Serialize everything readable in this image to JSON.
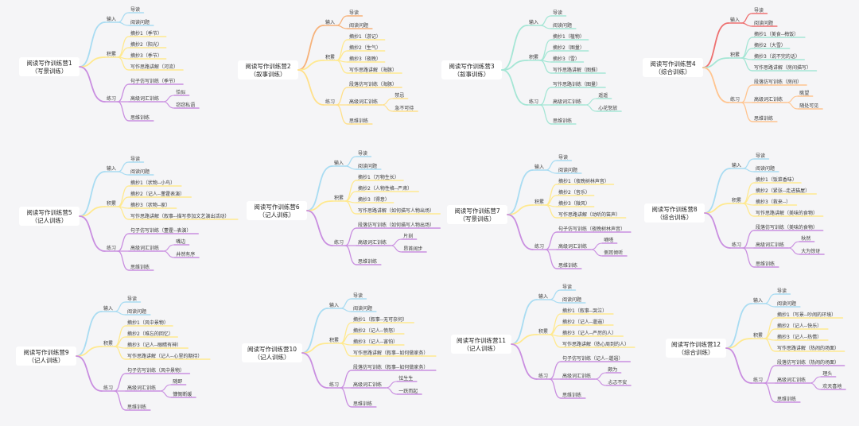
{
  "colors": {
    "input": "#a9dcf2",
    "accumulate": "#fff0a8",
    "practice": "#c98ee0",
    "input_alt": "#f4b37a",
    "accumulate_alt": "#a5e6d5",
    "practice_alt": "#ffd9a0",
    "root_input4": "#f07b7b",
    "root_accum4": "#a5e6d5",
    "root_practice4": "#ffcc9a",
    "node2_in": "#f8c89a",
    "node2_acc": "#ffee99",
    "node2_pr": "#ffe4a0",
    "node3_in": "#a5e6d5",
    "node3_acc": "#a5e6d5",
    "node3_pr": "#a5e6d5"
  },
  "camps": [
    {
      "title": "阅读写作训练营1",
      "subtitle": "（写景训练）",
      "input": "输入",
      "accumulate": "积累",
      "practice": "练习",
      "input_items": [
        "导读",
        "阅读问题"
      ],
      "accumulate_items": [
        "摘抄1（季节）",
        "摘抄2（阳光）",
        "摘抄3（季节）",
        "写作思路讲解（河流）"
      ],
      "practice_items": [
        "句子仿写训练（季节）",
        "高级词汇训练",
        "思维训练"
      ],
      "vocab_items": [
        "恰似",
        "窃窃私语"
      ]
    },
    {
      "title": "阅读写作训练营2",
      "subtitle": "（叙事训练）",
      "input": "输入",
      "accumulate": "积累",
      "practice": "练习",
      "input_items": [
        "导读",
        "阅读问题"
      ],
      "accumulate_items": [
        "摘抄1（游记）",
        "摘抄2（生气）",
        "摘抄3（夜晚）",
        "写作思路讲解（海豚）"
      ],
      "practice_items": [
        "段落仿写训练（海豚）",
        "高级词汇训练",
        "思维训练"
      ],
      "vocab_items": [
        "禁忌",
        "急不可待"
      ]
    },
    {
      "title": "阅读写作训练营3",
      "subtitle": "（叙事训练）",
      "input": "输入",
      "accumulate": "积累",
      "practice": "练习",
      "input_items": [
        "导读",
        "阅读问题"
      ],
      "accumulate_items": [
        "摘抄1（植物）",
        "摘抄2（图量）",
        "摘抄3（雪）",
        "写作思路讲解（图推）"
      ],
      "practice_items": [
        "写作思路训练（图量）",
        "高级词汇训练",
        "思维训练"
      ],
      "vocab_items": [
        "遥遥",
        "心花怒放"
      ]
    },
    {
      "title": "阅读写作训练营4",
      "subtitle": "（综合训练）",
      "input": "输入",
      "accumulate": "积累",
      "practice": "练习",
      "input_items": [
        "导读",
        "阅读问题"
      ],
      "accumulate_items": [
        "摘抄1（美食--梅饭）",
        "摘抄2（大雪）",
        "摘抄3（说不完的话）",
        "写作思路讲解（房间描写）"
      ],
      "practice_items": [
        "段落仿写训练（房间）",
        "高级词汇训练",
        "思维训练"
      ],
      "vocab_items": [
        "眺望",
        "随处可见"
      ]
    },
    {
      "title": "阅读写作训练营5",
      "subtitle": "（记人训练）",
      "input": "输入",
      "accumulate": "积累",
      "practice": "练习",
      "input_items": [
        "导读",
        "阅读问题"
      ],
      "accumulate_items": [
        "摘抄1（状物--小鸟）",
        "摘抄2（记人--董霍表演）",
        "摘抄3（状物--家）",
        "写作思路讲解（叙事--描写参加文艺演出活动）"
      ],
      "practice_items": [
        "句子仿写训练（董霍--表演）",
        "高级词汇训练",
        "思维训练"
      ],
      "vocab_items": [
        "嘴边",
        "井然有序"
      ]
    },
    {
      "title": "阅读写作训练营6",
      "subtitle": "（记人训练）",
      "input": "输入",
      "accumulate": "积累",
      "practice": "练习",
      "input_items": [
        "导读",
        "阅读问题"
      ],
      "accumulate_items": [
        "摘抄1（万物生长）",
        "摘抄2（人物性格--严肃）",
        "摘抄3（得意）",
        "写作思路讲解（如何描写人物出场）"
      ],
      "practice_items": [
        "段落仿写训练（如何描写人物出场）",
        "高级词汇训练",
        "思维训练"
      ],
      "vocab_items": [
        "片刻",
        "昂首阔步"
      ]
    },
    {
      "title": "阅读写作训练营7",
      "subtitle": "（写景训练）",
      "input": "输入",
      "accumulate": "积累",
      "practice": "练习",
      "input_items": [
        "导读",
        "阅读问题"
      ],
      "accumulate_items": [
        "摘抄1（夜晚树林声音）",
        "摘抄2（音乐）",
        "摘抄3（微风）",
        "写作思路讲解（动听的笛声）"
      ],
      "practice_items": [
        "句子仿写训练（夜晚树林声音）",
        "高级词汇训练",
        "思维训练"
      ],
      "vocab_items": [
        "嘀嗒",
        "侧耳倾听"
      ]
    },
    {
      "title": "阅读写作训练营8",
      "subtitle": "（综合训练）",
      "input": "输入",
      "accumulate": "积累",
      "practice": "练习",
      "input_items": [
        "导读",
        "阅读问题"
      ],
      "accumulate_items": [
        "摘抄1（饭菜香味）",
        "摘抄2（紧张--走进猫屋）",
        "摘抄3（救来--）",
        "写作思路讲解（美味的食物）"
      ],
      "practice_items": [
        "段落仿写训练（美味的食物）",
        "高级词汇训练",
        "思维训练"
      ],
      "vocab_items": [
        "秋然",
        "大为惊讶"
      ]
    },
    {
      "title": "阅读写作训练营9",
      "subtitle": "（记人训练）",
      "input": "输入",
      "accumulate": "积累",
      "practice": "练习",
      "input_items": [
        "导读",
        "阅读问题"
      ],
      "accumulate_items": [
        "摘抄1（风中景物）",
        "摘抄2（难忘的回忆）",
        "摘抄3（记人--眼睛有神）",
        "写作思路讲解（记人--心里的期待）"
      ],
      "practice_items": [
        "句子仿写训练（风中景物）",
        "高级词汇训练",
        "思维训练"
      ],
      "vocab_items": [
        "随即",
        "慷慨断缓"
      ]
    },
    {
      "title": "阅读写作训练营10",
      "subtitle": "（记人训练）",
      "input": "输入",
      "accumulate": "积累",
      "practice": "练习",
      "input_items": [
        "导读",
        "阅读问题"
      ],
      "accumulate_items": [
        "摘抄1（叙事--无可奈何）",
        "摘抄2（记人--愤怒）",
        "摘抄3（记人--害怕）",
        "写作思路讲解（叙事--如何做家务）"
      ],
      "practice_items": [
        "段落仿写训练（叙事--如何做家务）",
        "高级词汇训练",
        "思维训练"
      ],
      "vocab_items": [
        "怯生生",
        "一跃而起"
      ]
    },
    {
      "title": "阅读写作训练营11",
      "subtitle": "（记人训练）",
      "input": "输入",
      "accumulate": "积累",
      "practice": "练习",
      "input_items": [
        "导读",
        "阅读问题"
      ],
      "accumulate_items": [
        "摘抄1（叙事--哭泣）",
        "摘抄2（记人--邋遢）",
        "摘抄3（记人--严厉的人）",
        "写作思路讲解（热心周到的人）"
      ],
      "practice_items": [
        "句子仿写训练（记人--邋遢）",
        "高级词汇训练",
        "思维训练"
      ],
      "vocab_items": [
        "颇为",
        "忐忑不安"
      ]
    },
    {
      "title": "阅读写作训练营12",
      "subtitle": "（综合训练）",
      "input": "输入",
      "accumulate": "积累",
      "practice": "练习",
      "input_items": [
        "导读",
        "阅读问题"
      ],
      "accumulate_items": [
        "摘抄1（写景--吵闹的环境）",
        "摘抄2（记人--快乐）",
        "摘抄3（记人--热情）",
        "写作思路讲解（热闹的场面）"
      ],
      "practice_items": [
        "段落仿写训练（热闹的场面）",
        "高级词汇训练",
        "思维训练"
      ],
      "vocab_items": [
        "理头",
        "欢天喜地"
      ]
    }
  ]
}
